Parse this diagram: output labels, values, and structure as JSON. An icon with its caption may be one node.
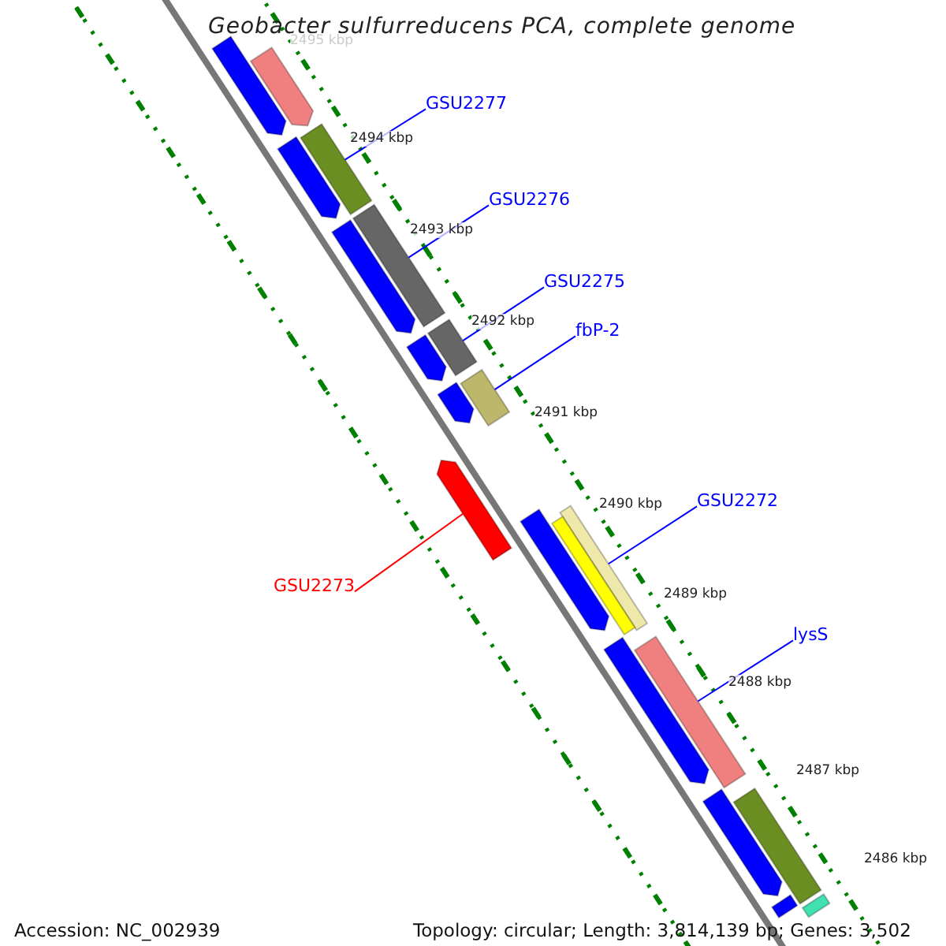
{
  "diagram": {
    "nodes": [
      {
        "text": [
          "GSU2277"
        ]
      },
      {
        "text": [
          "GSU2276"
        ]
      },
      {
        "text": [
          "GSU2275"
        ]
      },
      {
        "text": [
          "fbP-2"
        ]
      },
      {
        "text": [
          "GSU2272"
        ]
      },
      {
        "text": [
          "GSU2273"
        ]
      },
      {
        "text": [
          "lysS"
        ]
      },
      {
        "text": [],
        "shape": "bar"
      },
      {
        "text": [],
        "shape": "bar"
      },
      {
        "text": [],
        "shape": "bar"
      },
      {
        "text": [],
        "shape": "bar"
      },
      {
        "text": [],
        "shape": "bar"
      },
      {
        "text": [],
        "shape": "pentagon"
      },
      {
        "text": [],
        "shape": "bar"
      },
      {
        "text": [],
        "shape": "pentagon"
      },
      {
        "text": [],
        "shape": "pentagon"
      },
      {
        "text": [],
        "shape": "pentagon"
      },
      {
        "text": [],
        "shape": "pentagon"
      },
      {
        "text": [],
        "shape": "pentagon"
      },
      {
        "text": [],
        "shape": "pentagon"
      },
      {
        "text": [],
        "shape": "pentagon"
      },
      {
        "text": [],
        "shape": "pentagon"
      },
      {
        "text": [],
        "shape": "pentagon"
      },
      {
        "text": [],
        "shape": "bar"
      },
      {
        "text": [],
        "shape": "bar"
      },
      {
        "text": [],
        "shape": "bar"
      },
      {
        "text": [],
        "shape": "bar"
      }
    ],
    "edges": [
      {
        "from": 0,
        "to": 7,
        "arrow": "none"
      },
      {
        "from": 1,
        "to": 8,
        "arrow": "none"
      },
      {
        "from": 2,
        "to": 9,
        "arrow": "none"
      },
      {
        "from": 3,
        "to": 10,
        "arrow": "none"
      },
      {
        "from": 4,
        "to": 11,
        "arrow": "none"
      },
      {
        "from": 5,
        "to": 12,
        "arrow": "none",
        "color": "#ff0000"
      },
      {
        "from": 6,
        "to": 13,
        "arrow": "none"
      }
    ],
    "labels": [
      "Geobacter sulfurreducens PCA, complete genome",
      "2495 kbp",
      "2494 kbp",
      "2493 kbp",
      "2492 kbp",
      "2491 kbp",
      "2490 kbp",
      "2489 kbp",
      "2488 kbp",
      "2487 kbp",
      "2486 kbp",
      "Accession: NC_002939",
      "Topology: circular; Length: 3,814,139 bp; Genes: 3,502"
    ]
  }
}
